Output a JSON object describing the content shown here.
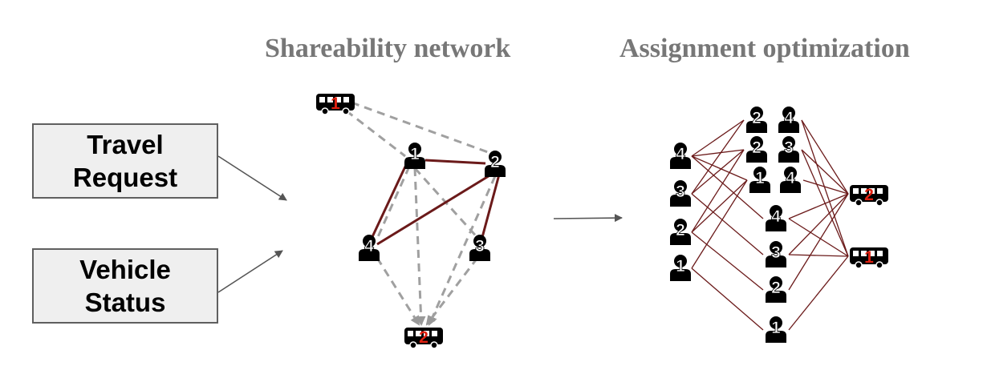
{
  "titles": {
    "shareability": "Shareability network",
    "assignment": "Assignment optimization"
  },
  "inputs": {
    "request_line1": "Travel",
    "request_line2": "Request",
    "vehicle_line1": "Vehicle",
    "vehicle_line2": "Status"
  },
  "shareability_network": {
    "riders": [
      "1",
      "2",
      "3",
      "4"
    ],
    "vehicles": [
      "1",
      "2"
    ]
  },
  "assignment": {
    "riders": [
      "4",
      "3",
      "2",
      "1"
    ],
    "trips": [
      "2 4",
      "2 3",
      "1 4",
      "4",
      "3",
      "2",
      "1"
    ],
    "vehicles": [
      "2",
      "1"
    ]
  },
  "colors": {
    "title": "#777777",
    "edge_shared": "#6b1a1a",
    "edge_feasible": "#a0a0a0",
    "vehicle_label": "#e02010",
    "icon": "#000000",
    "arrow": "#555555"
  }
}
